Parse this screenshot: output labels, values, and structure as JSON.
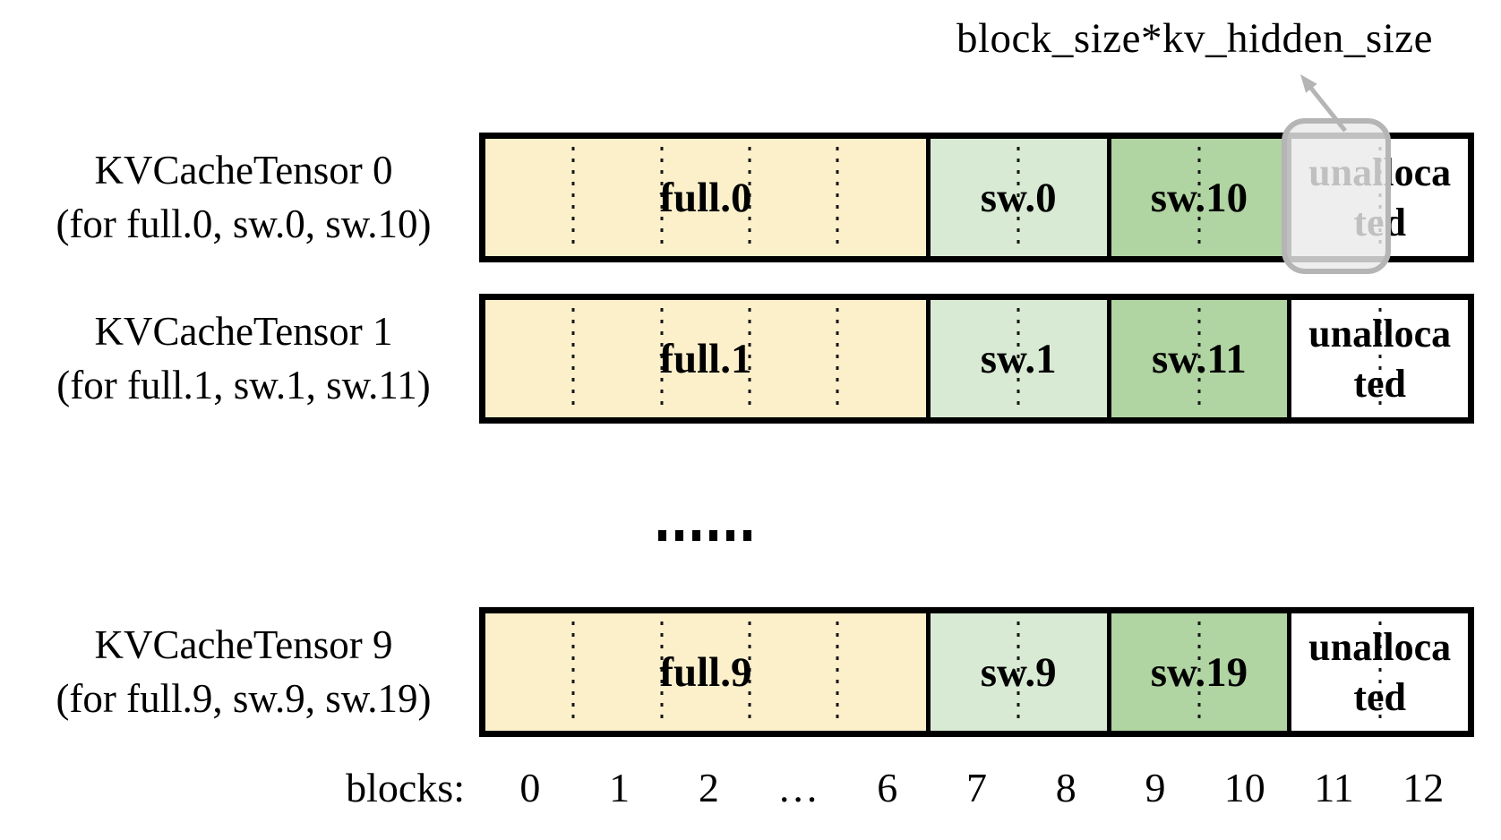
{
  "annotation": {
    "text": "block_size*kv_hidden_size"
  },
  "rows": [
    {
      "title": "KVCacheTensor 0",
      "subtitle": "(for full.0, sw.0, sw.10)",
      "segments": [
        {
          "label": "full.0",
          "cells": 5,
          "color_key": "full"
        },
        {
          "label": "sw.0",
          "cells": 2,
          "color_key": "sw_a"
        },
        {
          "label": "sw.10",
          "cells": 2,
          "color_key": "sw_b"
        },
        {
          "label": "unallocated",
          "cells": 2,
          "color_key": "unallocated"
        }
      ],
      "highlighted_block": "11"
    },
    {
      "title": "KVCacheTensor 1",
      "subtitle": "(for full.1, sw.1, sw.11)",
      "segments": [
        {
          "label": "full.1",
          "cells": 5,
          "color_key": "full"
        },
        {
          "label": "sw.1",
          "cells": 2,
          "color_key": "sw_a"
        },
        {
          "label": "sw.11",
          "cells": 2,
          "color_key": "sw_b"
        },
        {
          "label": "unallocated",
          "cells": 2,
          "color_key": "unallocated"
        }
      ]
    },
    {
      "title": "KVCacheTensor 9",
      "subtitle": "(for full.9, sw.9, sw.19)",
      "segments": [
        {
          "label": "full.9",
          "cells": 5,
          "color_key": "full"
        },
        {
          "label": "sw.9",
          "cells": 2,
          "color_key": "sw_a"
        },
        {
          "label": "sw.19",
          "cells": 2,
          "color_key": "sw_b"
        },
        {
          "label": "unallocated",
          "cells": 2,
          "color_key": "unallocated"
        }
      ]
    }
  ],
  "row_separator": "……",
  "axis": {
    "label": "blocks:",
    "ticks": [
      "0",
      "1",
      "2",
      "…",
      "6",
      "7",
      "8",
      "9",
      "10",
      "11",
      "12"
    ]
  },
  "colors": {
    "full": "#FCF0CB",
    "sw_a": "#D8EAD3",
    "sw_b": "#B0D4A2",
    "unallocated": "#FFFFFF",
    "highlight_border": "#B5B5B5",
    "highlight_fill": "#EAEAEA",
    "arrow": "#B5B5B5",
    "border": "#000000"
  }
}
